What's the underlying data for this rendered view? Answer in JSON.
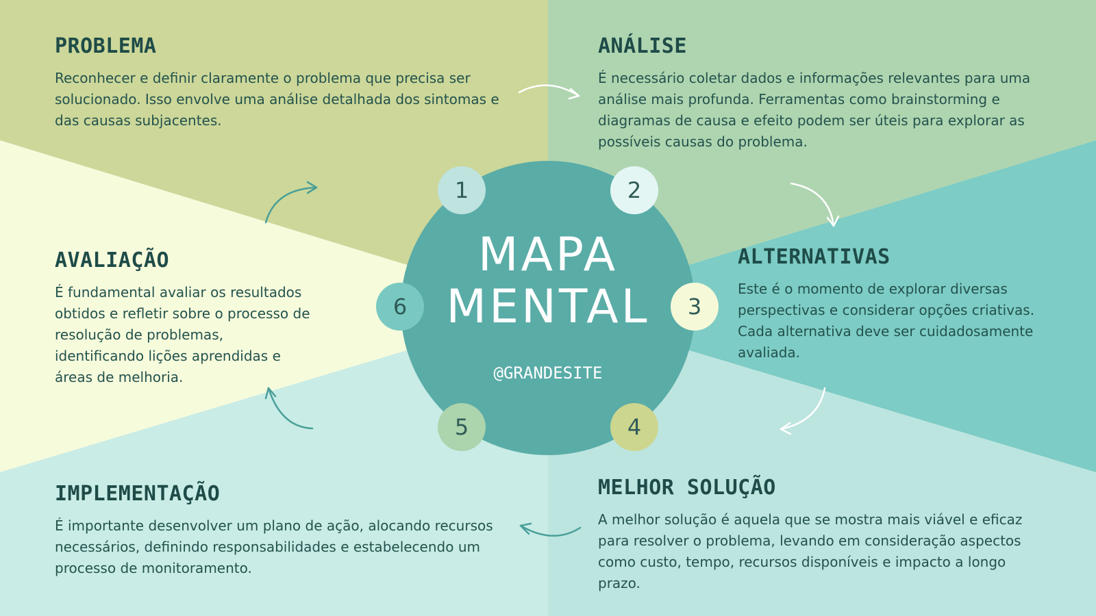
{
  "colors": {
    "problema_bg": "#ccd799",
    "analise_bg": "#afd5b0",
    "avaliacao_bg": "#f6fbdc",
    "alternativas_bg": "#7dccc5",
    "implementacao_bg": "#c9ece6",
    "melhor_bg": "#bde5df",
    "hub": "#5aaca7",
    "heading": "#1e4b48",
    "node_1": "#bfe3df",
    "node_2": "#e4f6f4",
    "node_3": "#f5f9d8",
    "node_4": "#cdd68f",
    "node_5": "#acd4ad",
    "node_6": "#79c9c2",
    "arrow_teal": "#4a9f99",
    "arrow_white": "#ffffff"
  },
  "hub": {
    "title_line1": "MAPA",
    "title_line2": "MENTAL",
    "handle": "@GRANDESITE"
  },
  "nodes": [
    "1",
    "2",
    "3",
    "4",
    "5",
    "6"
  ],
  "sections": {
    "problema": {
      "title": "PROBLEMA",
      "text": "Reconhecer e definir claramente o problema que precisa ser solucionado. Isso envolve uma análise detalhada dos sintomas e das causas subjacentes."
    },
    "analise": {
      "title": "ANÁLISE",
      "text": "É necessário coletar dados e informações relevantes para uma análise mais profunda. Ferramentas como brainstorming e diagramas de causa e efeito podem ser úteis para explorar as possíveis causas do problema."
    },
    "alternativas": {
      "title": "ALTERNATIVAS",
      "text": "Este é o momento de explorar diversas perspectivas e considerar opções criativas. Cada alternativa deve ser cuidadosamente avaliada."
    },
    "melhor_solucao": {
      "title": "MELHOR SOLUÇÃO",
      "text": "A melhor solução é aquela que se mostra mais viável e eficaz para resolver o problema, levando em consideração aspectos como custo, tempo, recursos disponíveis e impacto a longo prazo."
    },
    "implementacao": {
      "title": "IMPLEMENTAÇÃO",
      "text": "É importante desenvolver um plano de ação, alocando recursos necessários, definindo responsabilidades e estabelecendo um processo de monitoramento."
    },
    "avaliacao": {
      "title": "AVALIAÇÃO",
      "text": "É fundamental avaliar os resultados obtidos e refletir sobre o processo de resolução de problemas, identificando lições aprendidas e áreas de melhoria."
    }
  }
}
